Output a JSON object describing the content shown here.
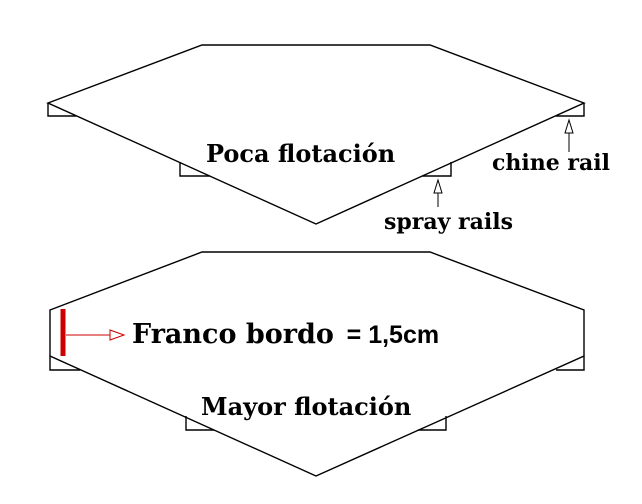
{
  "top_hull": {
    "label": "Poca flotación",
    "callout_chine": "chine rail",
    "callout_spray": "spray rails"
  },
  "bottom_hull": {
    "label": "Mayor flotación",
    "freeboard_label_a": "Franco bordo",
    "freeboard_label_b": "= 1,5cm"
  },
  "colors": {
    "outline": "#000000",
    "freeboard_marker": "#cc0000"
  }
}
